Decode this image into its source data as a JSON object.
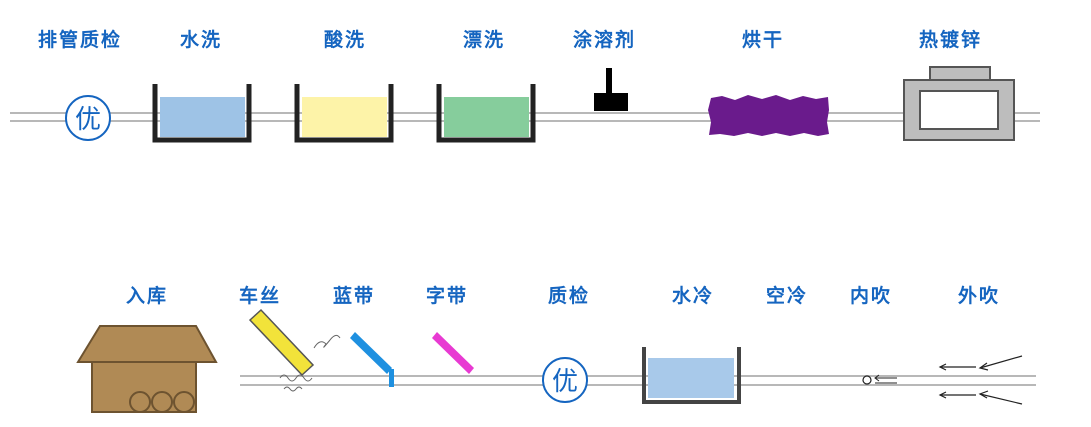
{
  "top_row": {
    "labels": [
      "排管质检",
      "水洗",
      "酸洗",
      "漂洗",
      "涂溶剂",
      "烘干",
      "热镀锌"
    ],
    "inspect_symbol": "优"
  },
  "bottom_row": {
    "labels": [
      "入库",
      "车丝",
      "蓝带",
      "字带",
      "质检",
      "水冷",
      "空冷",
      "内吹",
      "外吹"
    ],
    "inspect_symbol": "优"
  },
  "colors": {
    "label_text": "#1565c0",
    "pipe": "#b8b8b8",
    "water_wash": "#9ec3e6",
    "acid_wash": "#fdf3a8",
    "rinse": "#86cd9c",
    "solvent_nozzle": "#000000",
    "drying": "#6a1b8c",
    "galvanizing_furnace": "#bdbdbd",
    "warehouse": "#b08a55",
    "threading_tool": "#f2e33a",
    "blue_band_marker": "#1e90e0",
    "text_band_marker": "#e83ad2",
    "water_cooling": "#a8c9ea"
  }
}
